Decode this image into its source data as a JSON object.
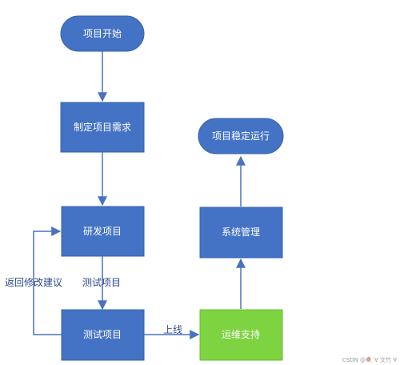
{
  "colors": {
    "node_fill": "#4472c4",
    "node_stroke": "#3a63ad",
    "highlight_fill": "#7ed340",
    "highlight_stroke": "#6bbd34",
    "arrow": "#4a72c0",
    "node_text": "#ffffff",
    "edge_text": "#2f4a8a"
  },
  "nodes": {
    "start": "项目开始",
    "requirements": "制定项目需求",
    "develop": "研发项目",
    "test": "测试项目",
    "operations": "运维支持",
    "system_management": "系统管理",
    "stable": "项目稳定运行"
  },
  "edge_labels": {
    "feedback": "返回修改建议",
    "to_test": "测试项目",
    "launch": "上线"
  },
  "watermark": "CSDN @🍭 ∀ 文竹 ∀"
}
